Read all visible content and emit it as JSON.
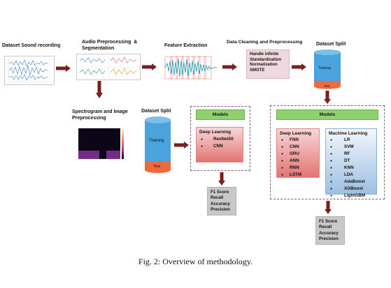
{
  "stages": {
    "recording": "Dataset Sound recording",
    "audio_preprocessing": "Audio Preprocessing  &\nSegmentation",
    "feature_extraction": "Feature Extraction",
    "data_cleaning": "Data Cleaning and Preprocessing",
    "dataset_split_top": "Dataset Split",
    "spectrogram": "Spectrogram and Image\nPreprocessing",
    "dataset_split_bottom": "Dataset Split"
  },
  "cleaning_steps": [
    "Handle infinite",
    "Standardization",
    "Normalization",
    "SMOTE"
  ],
  "split_labels": {
    "training": "Training",
    "test": "Test"
  },
  "models_box_cnn": {
    "header": "Models",
    "group_title": "Deep Learning",
    "items": [
      "ResNet50",
      "CNN"
    ]
  },
  "models_box_ml": {
    "header": "Models",
    "deep": {
      "title": "Deep Learning",
      "items": [
        "FNN",
        "CNN",
        "GRU",
        "ANN",
        "RNN",
        "LSTM"
      ]
    },
    "machine": {
      "title": "Machine Learning",
      "items": [
        "LR",
        "SVM",
        "RF",
        "DT",
        "KNN",
        "LDA",
        "AdaBoost",
        "XGBoost",
        "LightGBM"
      ]
    }
  },
  "metrics": [
    "F1 Score",
    "Recall",
    "Accuracy",
    "Precision"
  ],
  "colors": {
    "arrow": "#7a1f1f",
    "cylinder_blue": "#4aa3dc",
    "cylinder_orange": "#ee6a3c",
    "models_header": "#8fd06f"
  },
  "caption": "Fig. 2: Overview of methodology."
}
